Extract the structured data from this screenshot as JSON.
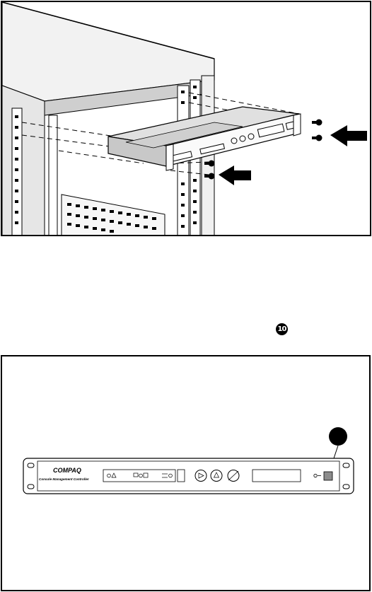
{
  "figure1": {
    "description_label": ""
  },
  "inline_callout": {
    "number": "10"
  },
  "figure2": {
    "brand": "COMPAQ",
    "product": "Console Management Controller",
    "callout_number": ""
  },
  "colors": {
    "ink": "#000000",
    "paper": "#ffffff",
    "shade": "#d9d9d9",
    "dark_shade": "#8c8c8c"
  }
}
